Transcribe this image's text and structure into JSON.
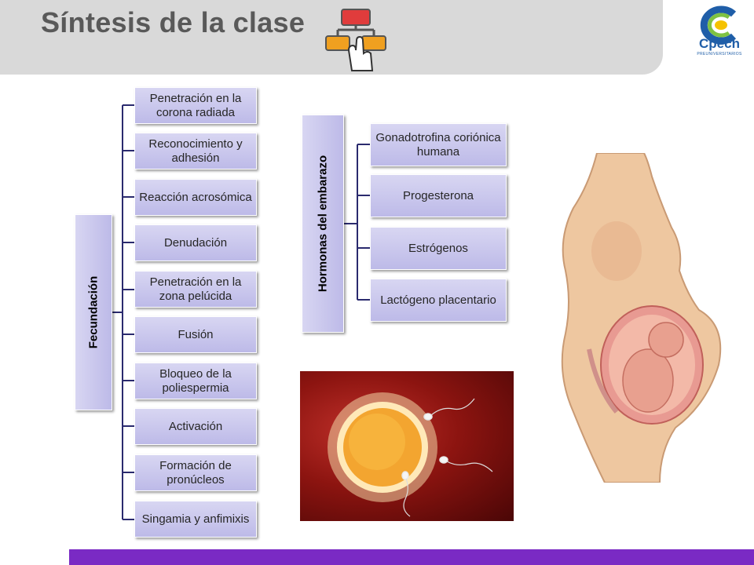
{
  "header": {
    "title": "Síntesis de la clase"
  },
  "logo": {
    "name": "Cpech",
    "tagline": "PREUNIVERSITARIOS"
  },
  "fecundacion": {
    "label": "Fecundación",
    "steps": [
      "Penetración en la corona radiada",
      "Reconocimiento y adhesión",
      "Reacción acrosómica",
      "Denudación",
      "Penetración en la zona pelúcida",
      "Fusión",
      "Bloqueo de la poliespermia",
      "Activación",
      "Formación de pronúcleos",
      "Singamia y anfimixis"
    ]
  },
  "hormonas": {
    "label": "Hormonas del embarazo",
    "items": [
      "Gonadotrofina coriónica humana",
      "Progesterona",
      "Estrógenos",
      "Lactógeno placentario"
    ]
  },
  "colors": {
    "box_top": "#d8d6f2",
    "box_bottom": "#bdbae8",
    "connector": "#2a2a6e",
    "accent_bar": "#7a2ac4",
    "header_bg": "#d9d9d9",
    "title_text": "#595959"
  },
  "icons": {
    "title_icon": "diagram-hand-icon",
    "logo_icon": "cpech-logo-icon"
  }
}
